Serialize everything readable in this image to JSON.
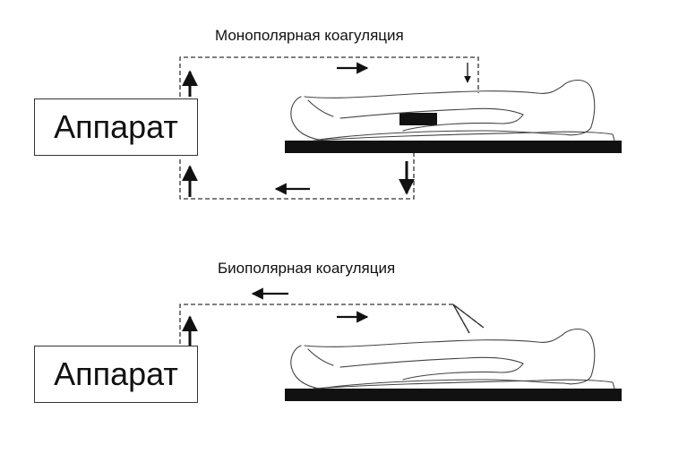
{
  "diagrams": [
    {
      "caption": "Монополярная коагуляция",
      "device_label": "Аппарат"
    },
    {
      "caption": "Биополярная коагуляция",
      "device_label": "Аппарат"
    }
  ]
}
